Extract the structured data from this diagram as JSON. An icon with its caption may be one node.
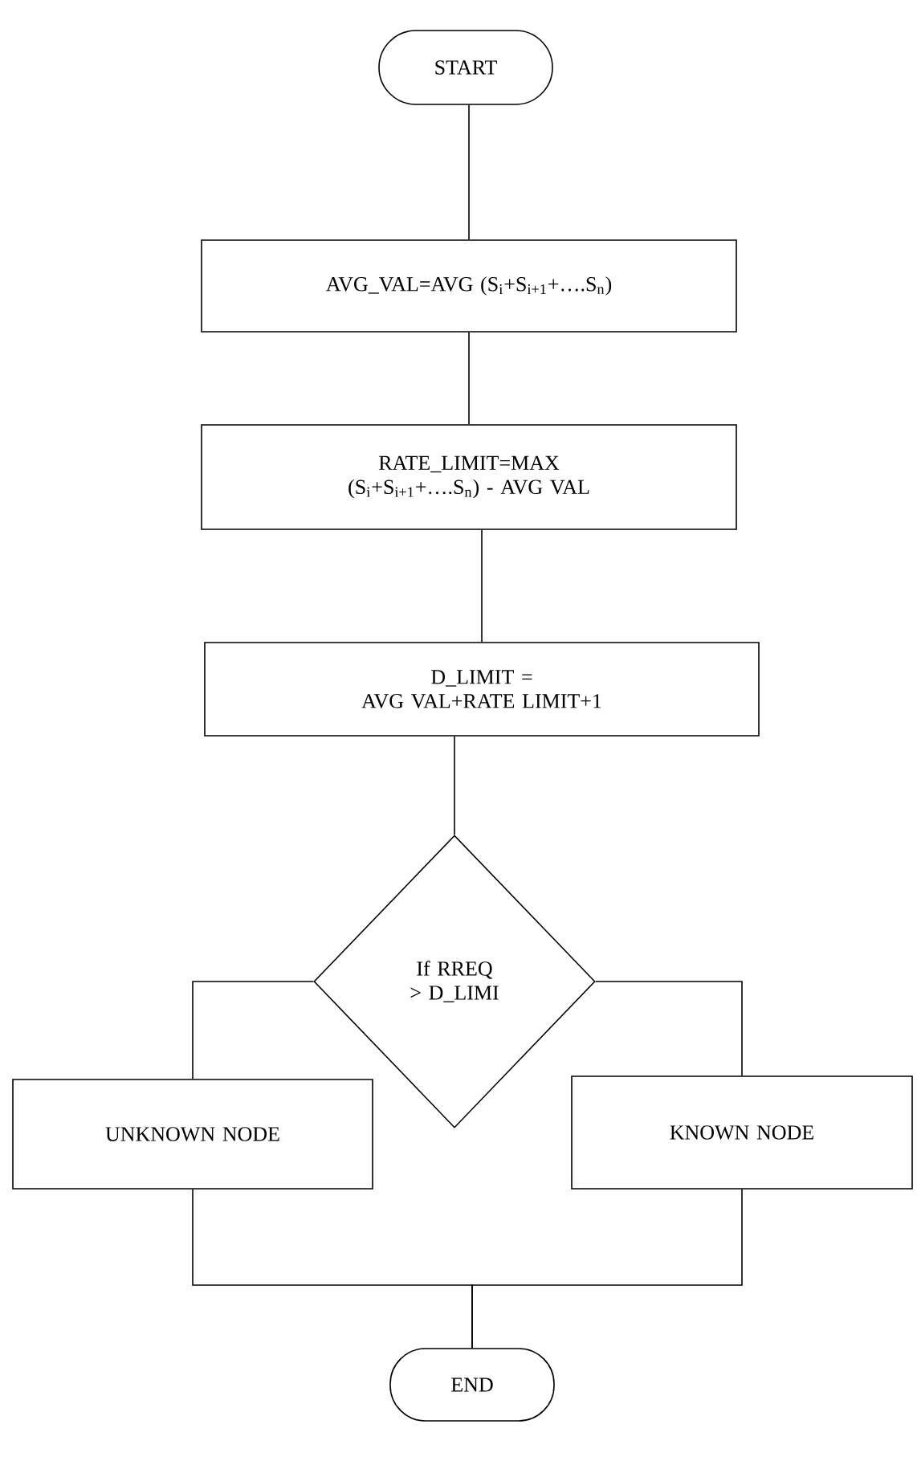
{
  "diagram": {
    "nodes": [
      {
        "text": [
          "START"
        ]
      },
      {
        "text": [
          "AVG_VAL=AVG  (S$_{i}$+S$_{i+1}$+….S$_{n}$)"
        ]
      },
      {
        "text": [
          "RATE_LIMIT=MAX (S$_{i}$+S$_{i+1}$+….S$_{n}$) - AVG VAL"
        ]
      },
      {
        "text": [
          "D_LIMIT =",
          "AVG VAL+RATE LIMIT+1"
        ]
      },
      {
        "text": [
          "If RREQ > D_LIMI"
        ]
      },
      {
        "text": [
          "UNKNOWN NODE"
        ]
      },
      {
        "text": [
          "KNOWN NODE"
        ]
      },
      {
        "text": [
          "END"
        ]
      }
    ],
    "edges": [
      {
        "from": 0,
        "to": 1,
        "arrow": "none"
      },
      {
        "from": 1,
        "to": 2,
        "arrow": "none"
      },
      {
        "from": 2,
        "to": 3,
        "arrow": "none"
      },
      {
        "from": 3,
        "to": 4,
        "arrow": "none"
      },
      {
        "from": 4,
        "to": 5,
        "arrow": "none"
      },
      {
        "from": 4,
        "to": 6,
        "arrow": "none"
      },
      {
        "from": 5,
        "to": 7,
        "arrow": "none"
      },
      {
        "from": 6,
        "to": 7,
        "arrow": "none"
      }
    ]
  }
}
